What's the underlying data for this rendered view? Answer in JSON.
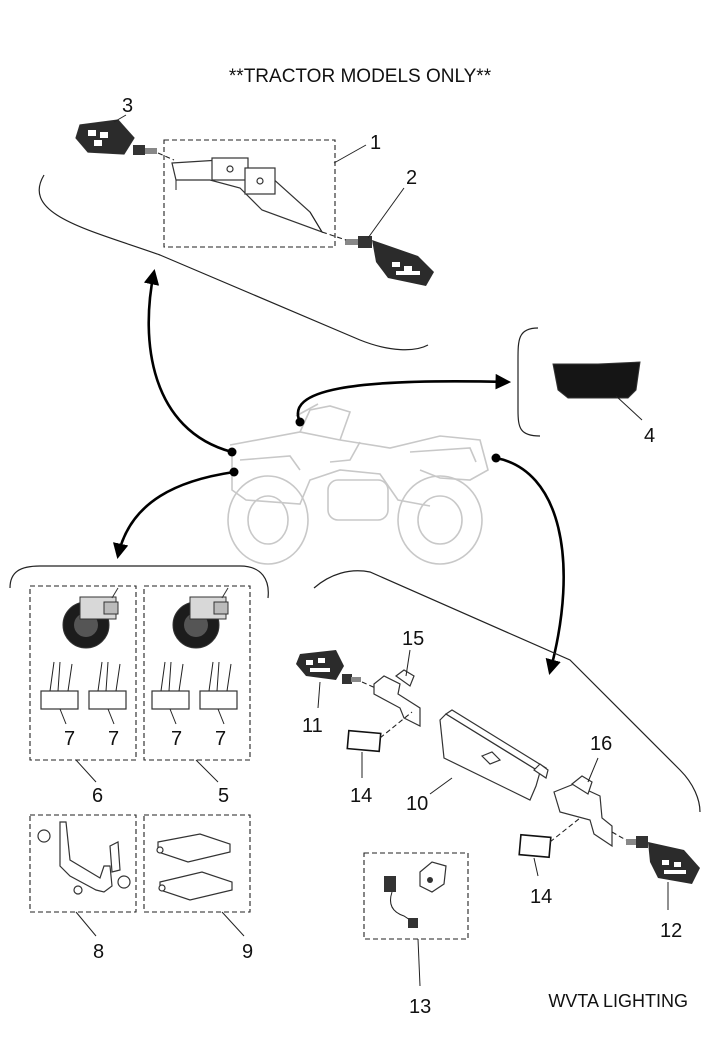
{
  "header": {
    "title": "**TRACTOR MODELS ONLY**"
  },
  "footer": {
    "caption": "WVTA LIGHTING"
  },
  "callouts": {
    "c1": "1",
    "c2": "2",
    "c3": "3",
    "c4": "4",
    "c5": "5",
    "c6": "6",
    "c7a": "7",
    "c7b": "7",
    "c7c": "7",
    "c7d": "7",
    "c8": "8",
    "c9": "9",
    "c10": "10",
    "c11": "11",
    "c12": "12",
    "c13": "13",
    "c14a": "14",
    "c14b": "14",
    "c15": "15",
    "c16": "16"
  }
}
